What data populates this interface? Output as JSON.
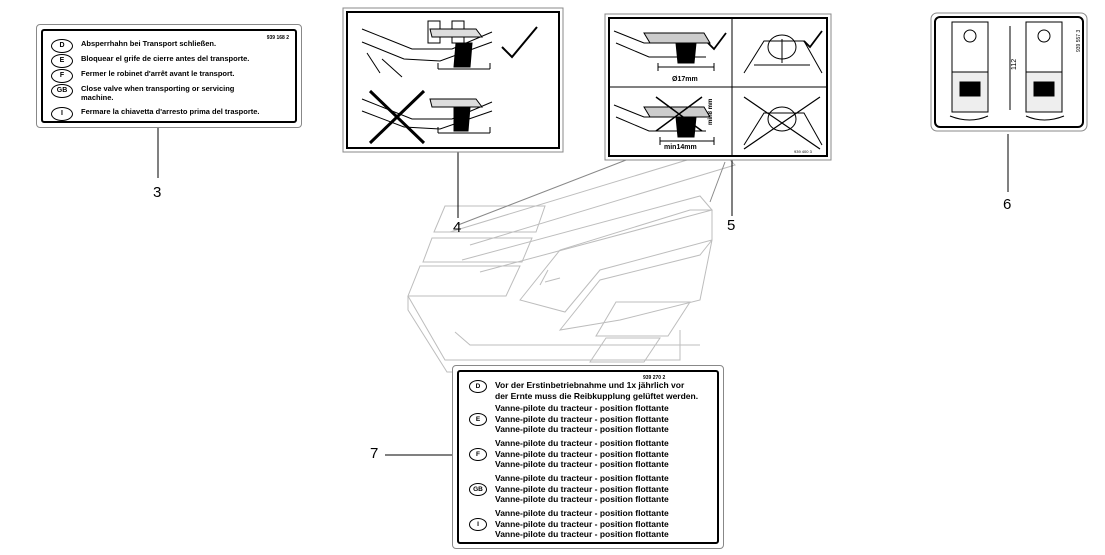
{
  "callouts": {
    "c3": "3",
    "c4": "4",
    "c5": "5",
    "c6": "6",
    "c7": "7"
  },
  "decal3": {
    "code": "939 168 2",
    "rows": [
      {
        "lang": "D",
        "text": "Absperrhahn bei Transport schließen."
      },
      {
        "lang": "E",
        "text": "Bloquear el grife de cierre antes del transporte."
      },
      {
        "lang": "F",
        "text": "Fermer le robinet d'arrêt avant le transport."
      },
      {
        "lang": "GB",
        "text": "Close valve when transporting or servicing machine."
      },
      {
        "lang": "I",
        "text": "Fermare la chiavetta d'arresto prima del trasporte."
      }
    ]
  },
  "decal5": {
    "dim1": "Ø17mm",
    "dim2": "min14mm",
    "dim3": "min8 mm",
    "code": "939 400 3"
  },
  "decal6": {
    "dim": "112",
    "code": "939 557 3"
  },
  "decal7": {
    "code": "939 270 2",
    "groups": [
      {
        "lang": "D",
        "lines": [
          "Vor der Erstinbetriebnahme und 1x jährlich vor",
          "der Ernte muss die Reibkupplung gelüftet werden."
        ]
      },
      {
        "lang": "E",
        "lines": [
          "Vanne-pilote du tracteur - position flottante",
          "Vanne-pilote du tracteur - position flottante",
          "Vanne-pilote du tracteur - position flottante"
        ]
      },
      {
        "lang": "F",
        "lines": [
          "Vanne-pilote du tracteur - position flottante",
          "Vanne-pilote du tracteur - position flottante",
          "Vanne-pilote du tracteur - position flottante"
        ]
      },
      {
        "lang": "GB",
        "lines": [
          "Vanne-pilote du tracteur - position flottante",
          "Vanne-pilote du tracteur - position flottante",
          "Vanne-pilote du tracteur - position flottante"
        ]
      },
      {
        "lang": "I",
        "lines": [
          "Vanne-pilote du tracteur - position flottante",
          "Vanne-pilote du tracteur - position flottante",
          "Vanne-pilote du tracteur - position flottante"
        ]
      }
    ]
  }
}
